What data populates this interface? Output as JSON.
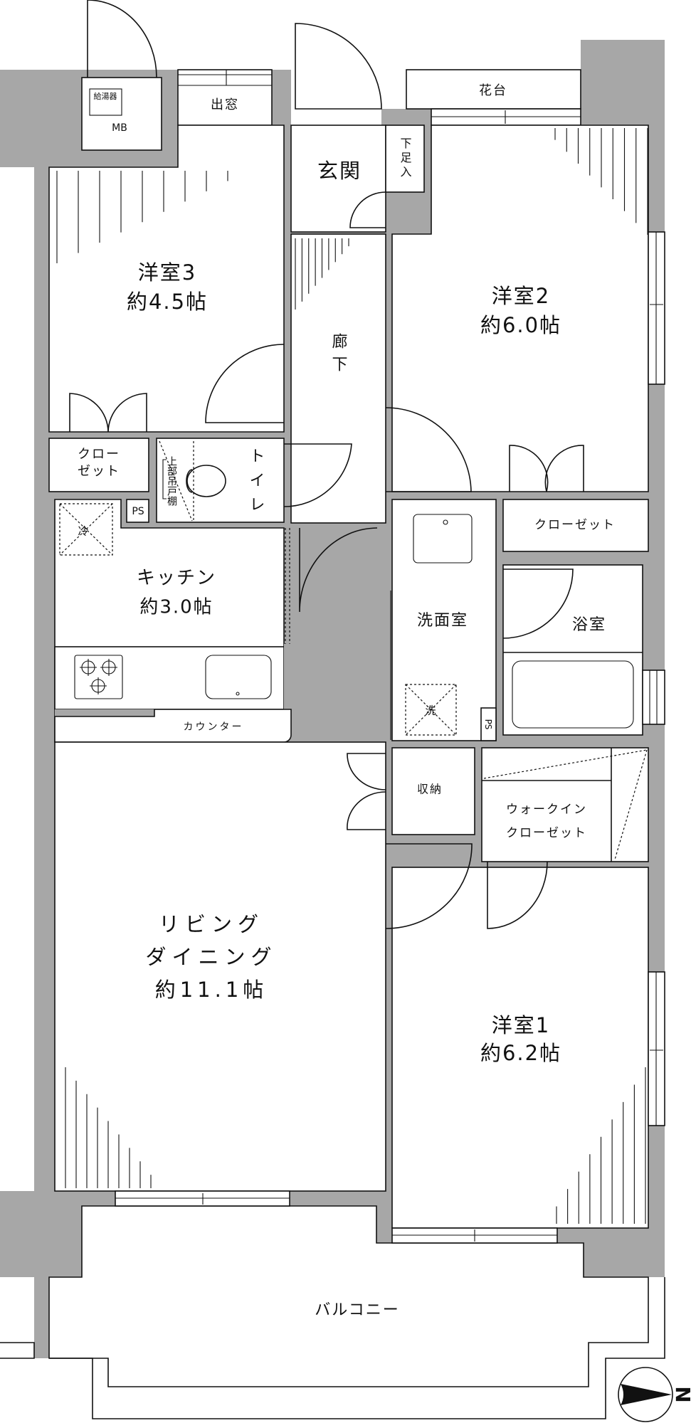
{
  "plan": {
    "rooms": {
      "western_room_3": {
        "name": "洋室3",
        "size": "約4.5帖"
      },
      "western_room_2": {
        "name": "洋室2",
        "size": "約6.0帖"
      },
      "western_room_1": {
        "name": "洋室1",
        "size": "約6.2帖"
      },
      "kitchen": {
        "name": "キッチン",
        "size": "約3.0帖"
      },
      "living_dining": {
        "line1": "リビング",
        "line2": "ダイニング",
        "size": "約11.1帖"
      },
      "entrance": "玄関",
      "shoe_storage": "下足入",
      "hallway": "廊下",
      "bay_window": "出窓",
      "flower_stand": "花台",
      "water_heater": "給湯器",
      "meter_box": "MB",
      "closet_room3": "クローゼット",
      "closet_room2": "クローゼット",
      "toilet": "トイレ",
      "upper_cabinet": "上部吊戸棚",
      "pipe_space_1": "PS",
      "pipe_space_2": "PS",
      "refrigerator": "冷",
      "counter": "カウンター",
      "washroom": "洗面室",
      "washer": "洗",
      "bathroom": "浴室",
      "storage": "収納",
      "walk_in_closet": {
        "line1": "ウォークイン",
        "line2": "クローゼット"
      },
      "balcony": "バルコニー"
    },
    "compass": {
      "label": "N",
      "direction": "east"
    },
    "colors": {
      "wall": "#a7a7a7",
      "line": "#111111",
      "background": "#ffffff"
    }
  }
}
